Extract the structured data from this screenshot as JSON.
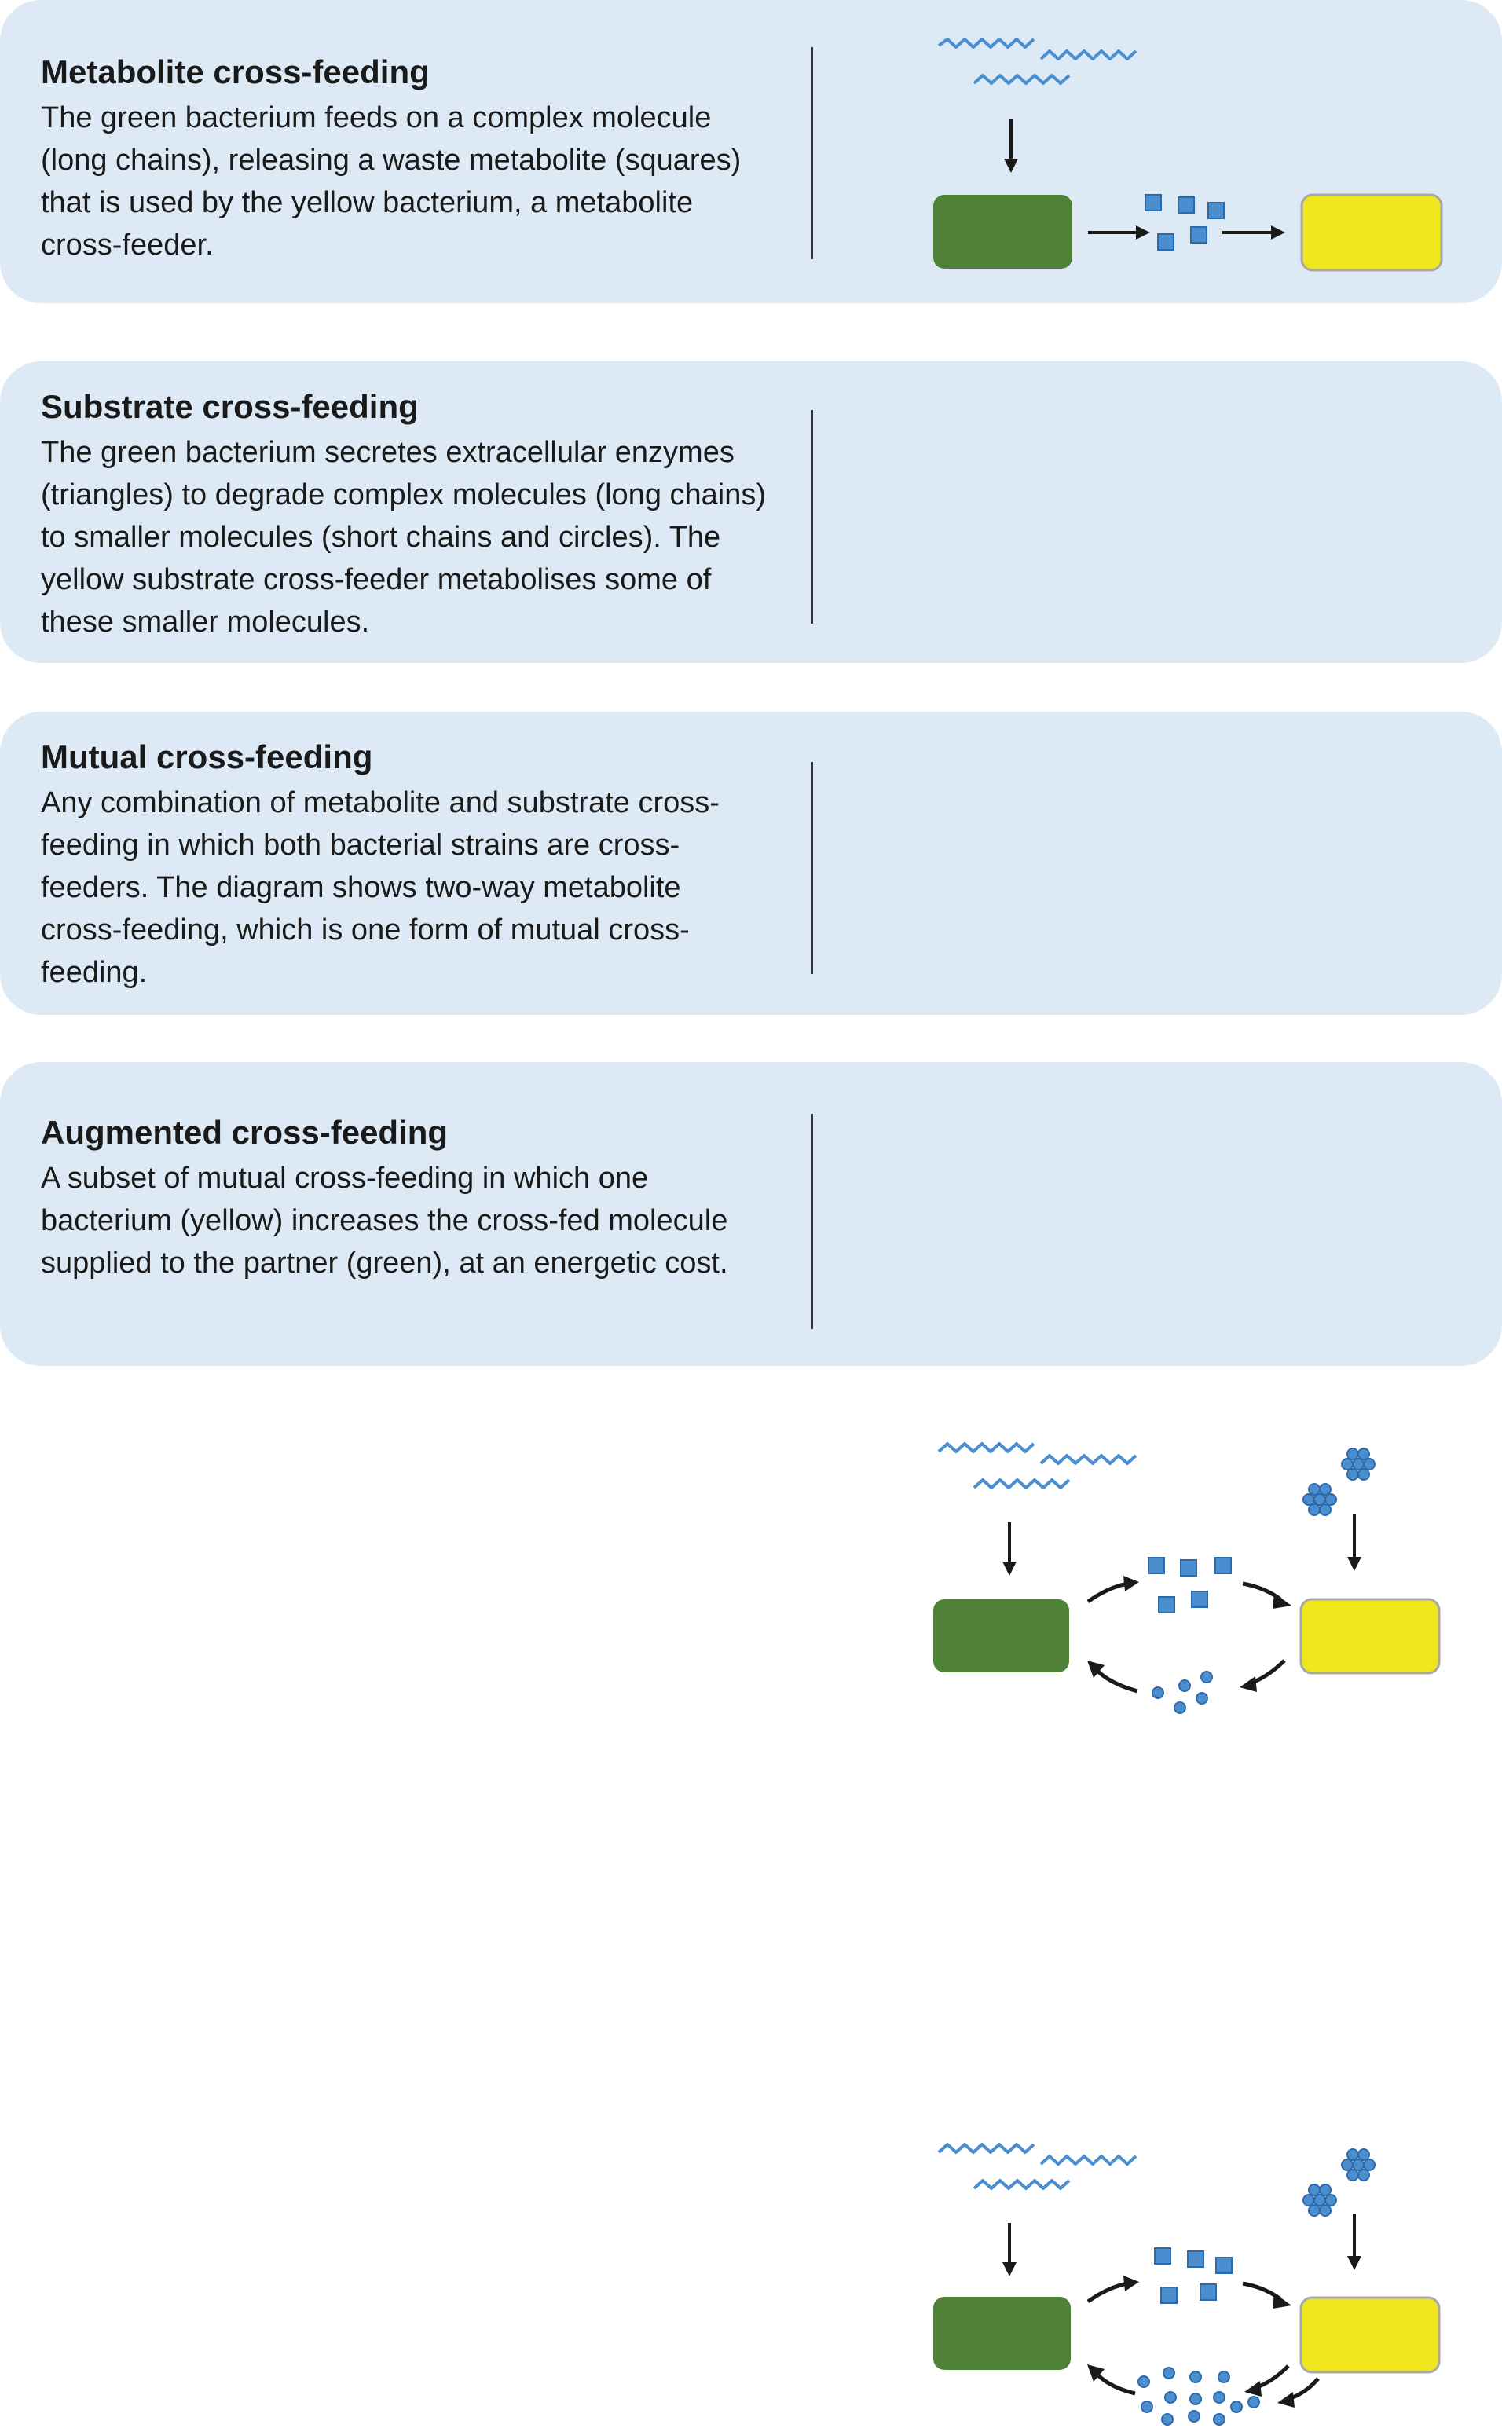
{
  "panels": [
    {
      "title": "Metabolite cross-feeding",
      "description": "The green bacterium feeds on a complex molecule (long chains), releasing a waste metabolite (squares) that is used by the yellow bacterium, a metabolite cross-feeder."
    },
    {
      "title": "Substrate cross-feeding",
      "description": "The green bacterium secretes extracellular enzymes (triangles) to degrade complex molecules (long chains) to smaller molecules (short chains and circles). The yellow substrate cross-feeder metabolises some of these smaller molecules."
    },
    {
      "title": "Mutual cross-feeding",
      "description": "Any combination of metabolite and substrate cross-feeding in which both bacterial strains are cross-feeders. The diagram shows two-way metabolite cross-feeding, which is one form of mutual cross-feeding."
    },
    {
      "title": "Augmented cross-feeding",
      "description": "A subset of mutual cross-feeding in which one bacterium (yellow) increases the cross-fed molecule supplied to the partner (green), at an energetic cost."
    }
  ],
  "colors": {
    "panel_bg": "#ddeaf6",
    "green_bacterium": "#4f8238",
    "yellow_bacterium": "#f0e61c",
    "molecule_blue": "#4a8ed0",
    "arrow": "#1a1a1a"
  }
}
